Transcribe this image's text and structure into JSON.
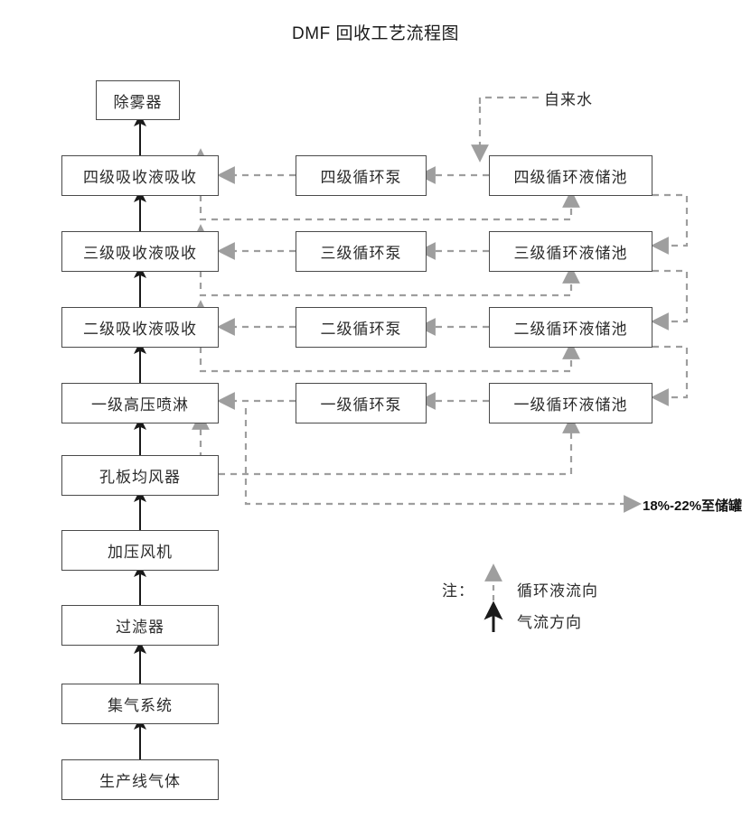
{
  "title": "DMF 回收工艺流程图",
  "gas_train": [
    {
      "label": "除雾器"
    },
    {
      "label": "四级吸收液吸收"
    },
    {
      "label": "三级吸收液吸收"
    },
    {
      "label": "二级吸收液吸收"
    },
    {
      "label": "一级高压喷淋"
    },
    {
      "label": "孔板均风器"
    },
    {
      "label": "加压风机"
    },
    {
      "label": "过滤器"
    },
    {
      "label": "集气系统"
    },
    {
      "label": "生产线气体"
    }
  ],
  "pumps": [
    {
      "label": "四级循环泵"
    },
    {
      "label": "三级循环泵"
    },
    {
      "label": "二级循环泵"
    },
    {
      "label": "一级循环泵"
    }
  ],
  "tanks": [
    {
      "label": "四级循环液储池"
    },
    {
      "label": "三级循环液储池"
    },
    {
      "label": "二级循环液储池"
    },
    {
      "label": "一级循环液储池"
    }
  ],
  "annotations": {
    "fresh_water": "自来水",
    "product_out": "18%-22%至储罐"
  },
  "legend": {
    "prefix": "注：",
    "liquid_flow": "循环液流向",
    "air_flow": "气流方向"
  },
  "colors": {
    "box_border": "#4a4a4a",
    "gas_arrow": "#1a1a1a",
    "liquid_arrow": "#9e9e9e",
    "text": "#2b2b2b",
    "background": "#ffffff"
  }
}
